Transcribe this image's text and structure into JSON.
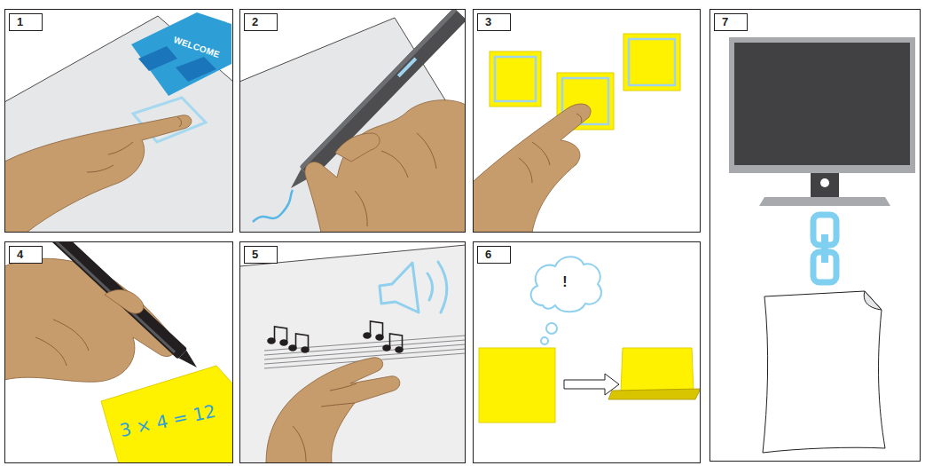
{
  "diagram": {
    "nodes": [
      {
        "text": [
          "1"
        ]
      },
      {
        "text": [
          "WELCOME"
        ],
        "in": 0
      },
      {
        "text": [
          "2"
        ]
      },
      {
        "text": [
          "3"
        ]
      },
      {
        "text": [
          "4"
        ]
      },
      {
        "text": [
          "3 × 4 = 12"
        ],
        "in": 4
      },
      {
        "text": [
          "5"
        ]
      },
      {
        "text": [
          "6"
        ]
      },
      {
        "text": [
          "!"
        ],
        "in": 7
      },
      {
        "text": [
          "7"
        ]
      }
    ]
  }
}
